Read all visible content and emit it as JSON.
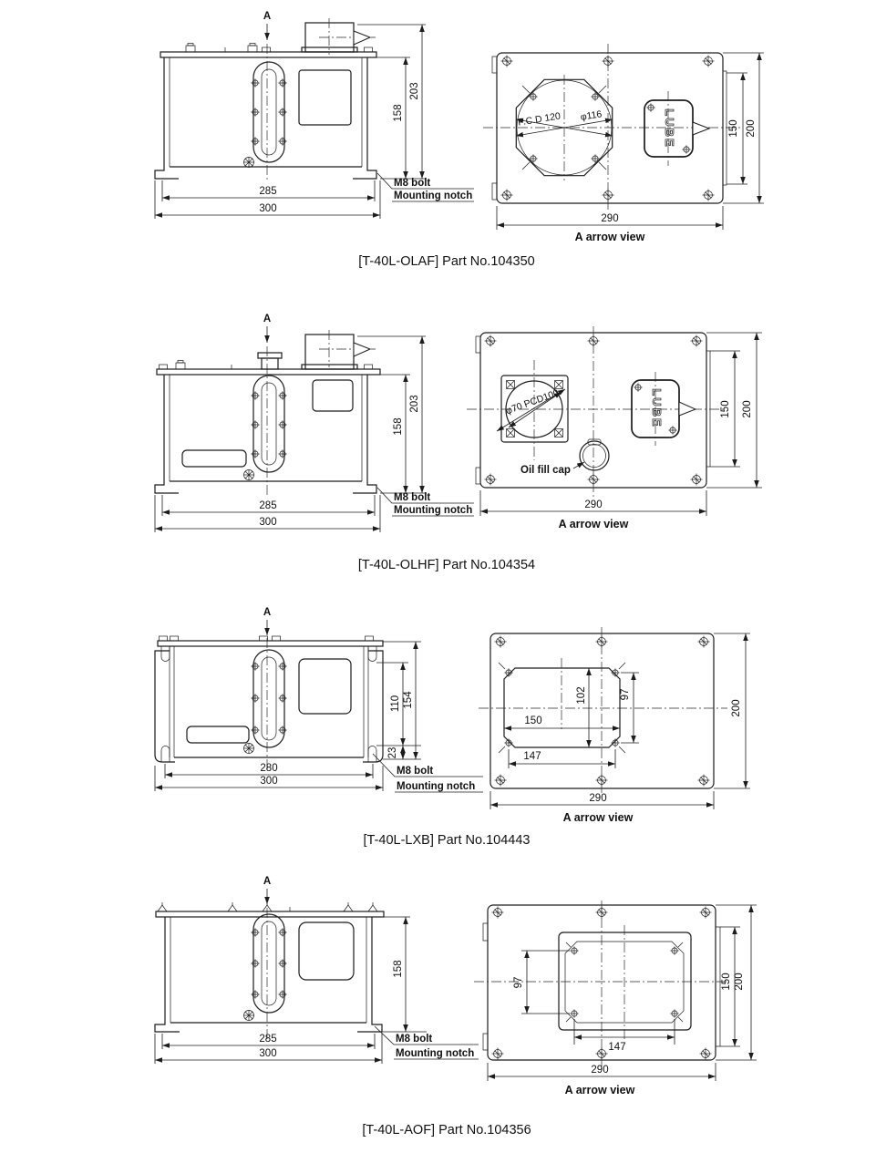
{
  "figures": [
    {
      "caption": "[T-40L-OLAF] Part No.104350",
      "side": {
        "view_arrow": "A",
        "dim_overall_height": "203",
        "dim_body_height": "158",
        "dim_inner_width": "285",
        "dim_overall_width": "300",
        "note_bolt": "M8 bolt",
        "note_notch": "Mounting notch"
      },
      "front": {
        "flange_pcd": "P.C.D 120",
        "flange_dia": "φ116",
        "logo": "LUBE",
        "dim_inner_height": "150",
        "dim_overall_height": "200",
        "dim_width": "290",
        "view_label": "A arrow view"
      }
    },
    {
      "caption": "[T-40L-OLHF] Part No.104354",
      "side": {
        "view_arrow": "A",
        "dim_overall_height": "203",
        "dim_body_height": "158",
        "dim_inner_width": "285",
        "dim_overall_width": "300",
        "note_bolt": "M8 bolt",
        "note_notch": "Mounting notch"
      },
      "front": {
        "flange_label": "φ70 PCD100",
        "oil_cap_label": "Oil fill cap",
        "logo": "LUBE",
        "dim_inner_height": "150",
        "dim_overall_height": "200",
        "dim_width": "290",
        "view_label": "A arrow view"
      }
    },
    {
      "caption": "[T-40L-LXB] Part No.104443",
      "side": {
        "view_arrow": "A",
        "dim_notch_span": "110",
        "dim_overall_height": "154",
        "dim_notch_bottom": "23",
        "dim_inner_width": "280",
        "dim_overall_width": "300",
        "note_bolt": "M8 bolt",
        "note_notch": "Mounting notch"
      },
      "front": {
        "dim_cutout_height": "102",
        "dim_screw_height": "97",
        "dim_cutout_width": "150",
        "dim_screw_width": "147",
        "dim_overall_height": "200",
        "dim_width": "290",
        "view_label": "A arrow view"
      }
    },
    {
      "caption": "[T-40L-AOF] Part No.104356",
      "side": {
        "view_arrow": "A",
        "dim_body_height": "158",
        "dim_inner_width": "285",
        "dim_overall_width": "300",
        "note_bolt": "M8 bolt",
        "note_notch": "Mounting notch"
      },
      "front": {
        "dim_screw_height": "97",
        "dim_screw_width": "147",
        "dim_box_height": "150",
        "dim_overall_height": "200",
        "dim_width": "290",
        "view_label": "A arrow view"
      }
    }
  ]
}
